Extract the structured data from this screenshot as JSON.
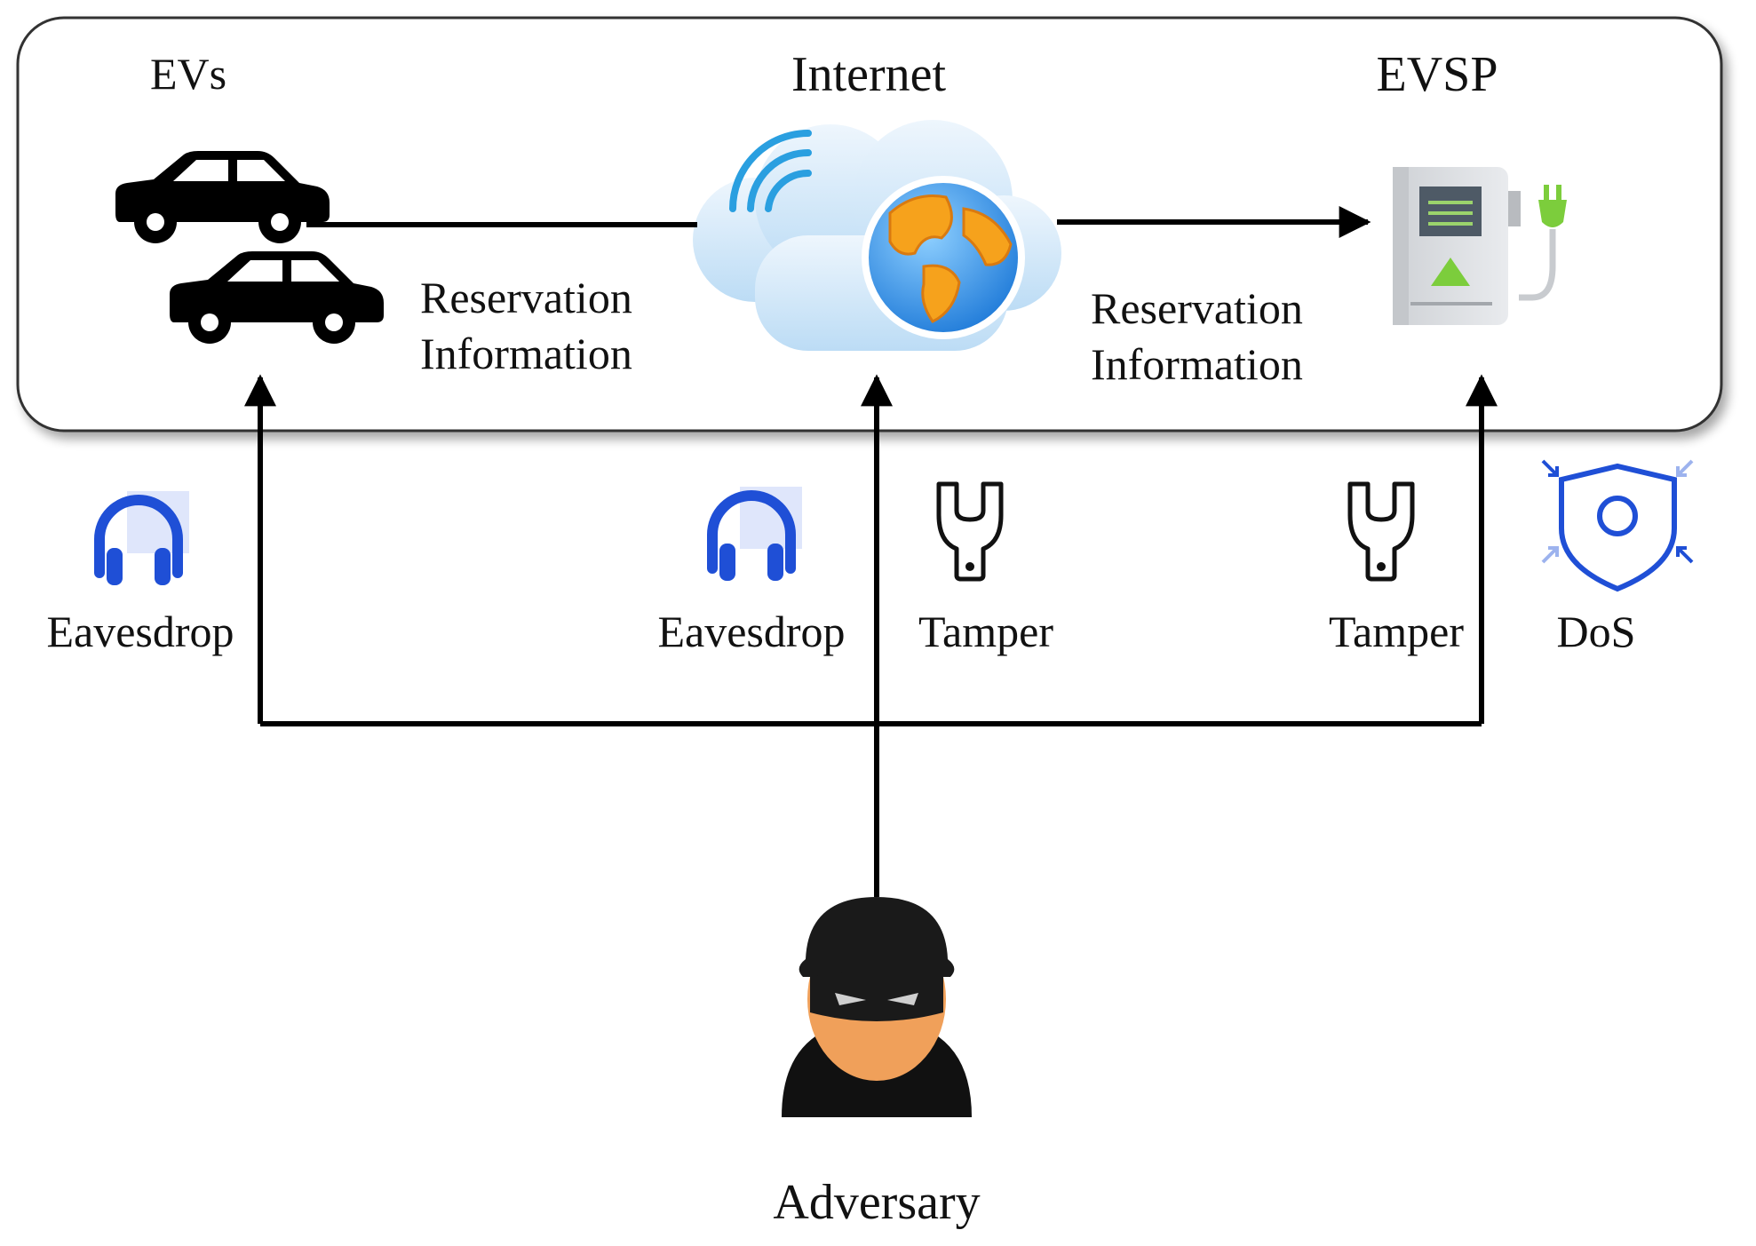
{
  "labels": {
    "evs": "EVs",
    "internet": "Internet",
    "evsp": "EVSP",
    "reservation_left": [
      "Reservation",
      "Information"
    ],
    "reservation_right": [
      "Reservation",
      "Information"
    ],
    "adversary": "Adversary"
  },
  "attacks": [
    {
      "label": "Eavesdrop",
      "icon": "headphones-icon"
    },
    {
      "label": "Eavesdrop",
      "icon": "headphones-icon"
    },
    {
      "label": "Tamper",
      "icon": "wrench-icon"
    },
    {
      "label": "Tamper",
      "icon": "wrench-icon"
    },
    {
      "label": "DoS",
      "icon": "shield-icon"
    }
  ],
  "colors": {
    "accent_blue": "#1f4fd6",
    "arrow": "#000000",
    "panel_border": "#333333",
    "charger_green": "#7ccd3c"
  }
}
